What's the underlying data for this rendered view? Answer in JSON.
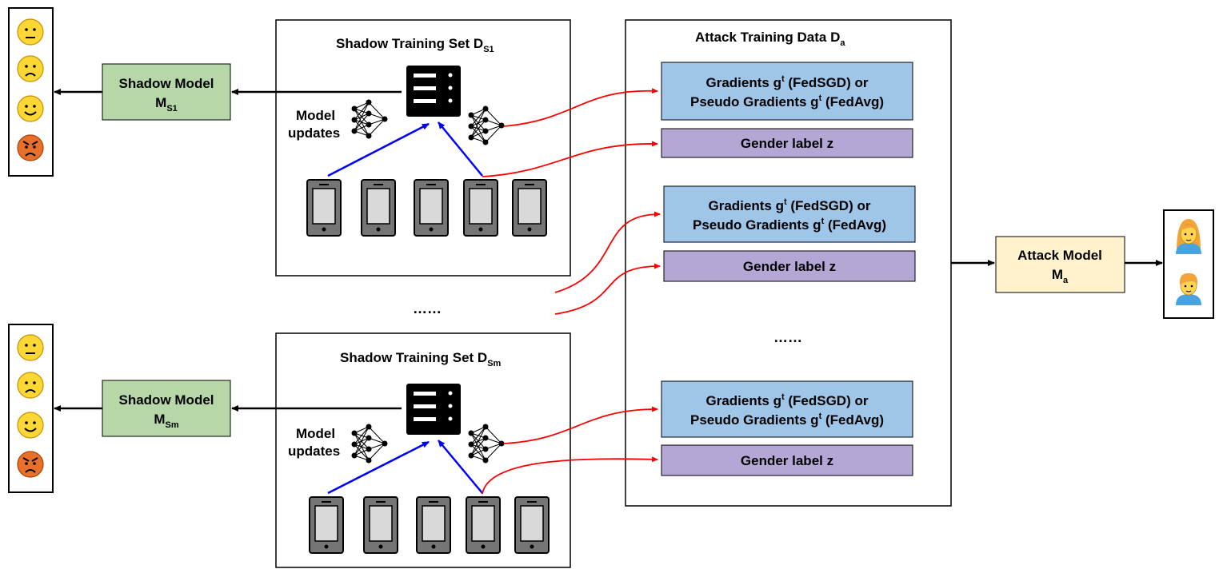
{
  "shadow_sets": [
    {
      "title": "Shadow Training Set D",
      "title_sub": "S1",
      "model_title": "Shadow Model",
      "model_sym": "M",
      "model_sub": "S1",
      "updates_line1": "Model",
      "updates_line2": "updates"
    },
    {
      "title": "Shadow Training Set D",
      "title_sub": "Sm",
      "model_title": "Shadow Model",
      "model_sym": "M",
      "model_sub": "Sm",
      "updates_line1": "Model",
      "updates_line2": "updates"
    }
  ],
  "ellipsis": "……",
  "attack_data": {
    "title": "Attack Training Data D",
    "title_sub": "a",
    "ellipsis": "……",
    "entries": [
      {
        "grad_line1_a": "Gradients g",
        "grad_line1_sup": "t",
        "grad_line1_b": " (FedSGD) or",
        "grad_line2_a": "Pseudo Gradients g",
        "grad_line2_sup": "t",
        "grad_line2_b": " (FedAvg)",
        "label": "Gender label z"
      },
      {
        "grad_line1_a": "Gradients g",
        "grad_line1_sup": "t",
        "grad_line1_b": " (FedSGD) or",
        "grad_line2_a": "Pseudo Gradients g",
        "grad_line2_sup": "t",
        "grad_line2_b": " (FedAvg)",
        "label": "Gender label z"
      },
      {
        "grad_line1_a": "Gradients g",
        "grad_line1_sup": "t",
        "grad_line1_b": " (FedSGD) or",
        "grad_line2_a": "Pseudo Gradients g",
        "grad_line2_sup": "t",
        "grad_line2_b": " (FedAvg)",
        "label": "Gender label z"
      }
    ]
  },
  "attack_model": {
    "title": "Attack Model",
    "sym": "M",
    "sub": "a"
  },
  "emotion_icons": [
    "neutral-face-icon",
    "frowning-face-icon",
    "smiling-face-icon",
    "angry-face-icon"
  ],
  "gender_icons": [
    "woman-icon",
    "man-icon"
  ],
  "colors": {
    "shadow_model_fill": "#b6d7a8",
    "gradient_fill": "#9fc5e8",
    "label_fill": "#b4a7d6",
    "attack_model_fill": "#fff2cc",
    "red_arrow": "#ff0000",
    "blue_arrow": "#0000ff"
  }
}
